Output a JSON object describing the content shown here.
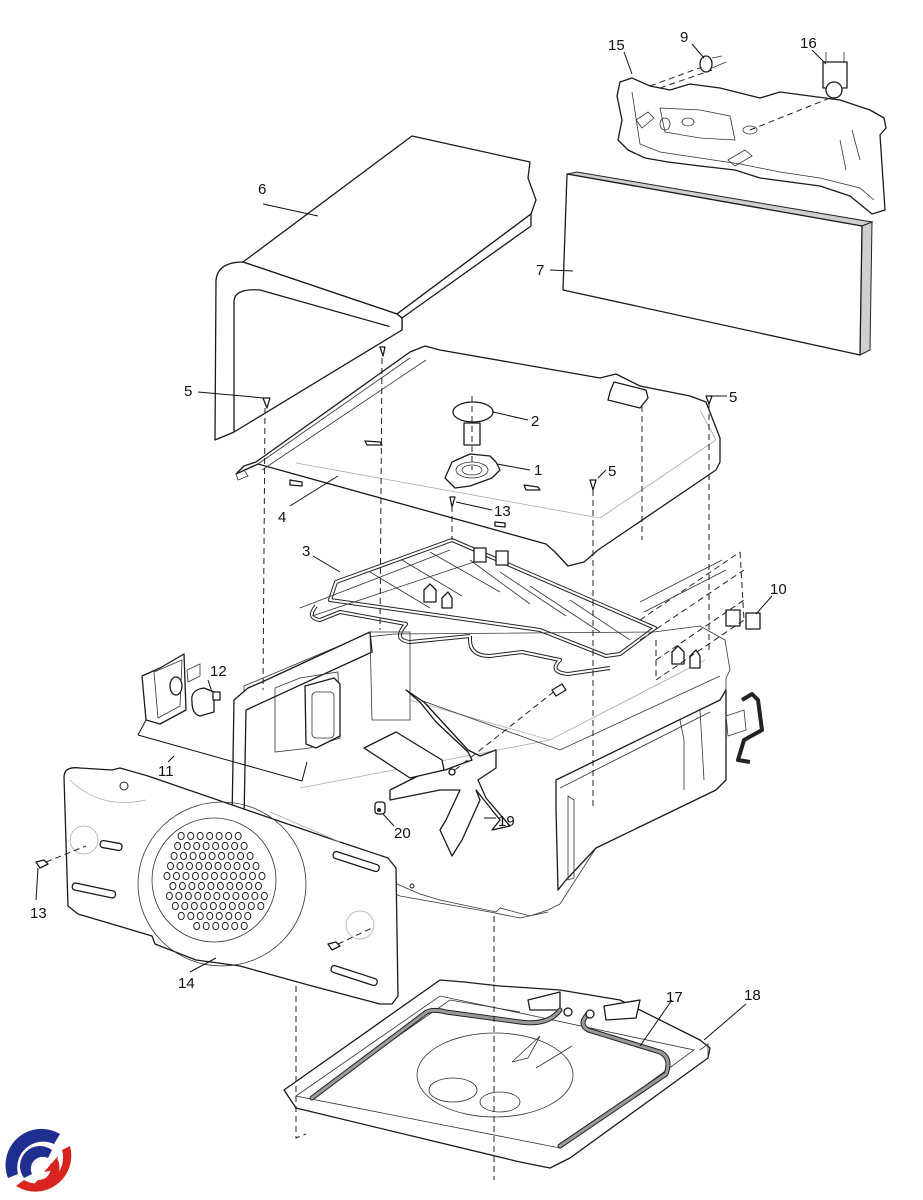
{
  "diagram": {
    "title": "Oven exploded parts diagram",
    "callouts": [
      {
        "id": "1",
        "part": "lamp-holder-ring"
      },
      {
        "id": "2",
        "part": "lamp-cover"
      },
      {
        "id": "3",
        "part": "grill-heating-element"
      },
      {
        "id": "4",
        "part": "top-cover-panel"
      },
      {
        "id": "5",
        "part": "screw"
      },
      {
        "id": "6",
        "part": "top-insulation"
      },
      {
        "id": "7",
        "part": "rear-insulation"
      },
      {
        "id": "9",
        "part": "thermostat"
      },
      {
        "id": "10",
        "part": "element-clips"
      },
      {
        "id": "11",
        "part": "lamp-assembly"
      },
      {
        "id": "12",
        "part": "lamp-bulb"
      },
      {
        "id": "13",
        "part": "screw"
      },
      {
        "id": "14",
        "part": "fan-cover-panel"
      },
      {
        "id": "15",
        "part": "rear-panel"
      },
      {
        "id": "16",
        "part": "fan-motor"
      },
      {
        "id": "17",
        "part": "bottom-heating-element"
      },
      {
        "id": "18",
        "part": "bottom-tray"
      },
      {
        "id": "19",
        "part": "fan-blade"
      },
      {
        "id": "20",
        "part": "fan-nut"
      }
    ],
    "labels": {
      "l1": "1",
      "l2": "2",
      "l3": "3",
      "l4": "4",
      "l5a": "5",
      "l5b": "5",
      "l5c": "5",
      "l6": "6",
      "l7": "7",
      "l9": "9",
      "l10": "10",
      "l11": "11",
      "l12": "12",
      "l13a": "13",
      "l13b": "13",
      "l14": "14",
      "l15": "15",
      "l16": "16",
      "l17": "17",
      "l18": "18",
      "l19": "19",
      "l20": "20"
    }
  },
  "logo": {
    "name": "brand-logo",
    "colors": {
      "blue": "#1e2f8f",
      "red": "#d8231f"
    }
  }
}
